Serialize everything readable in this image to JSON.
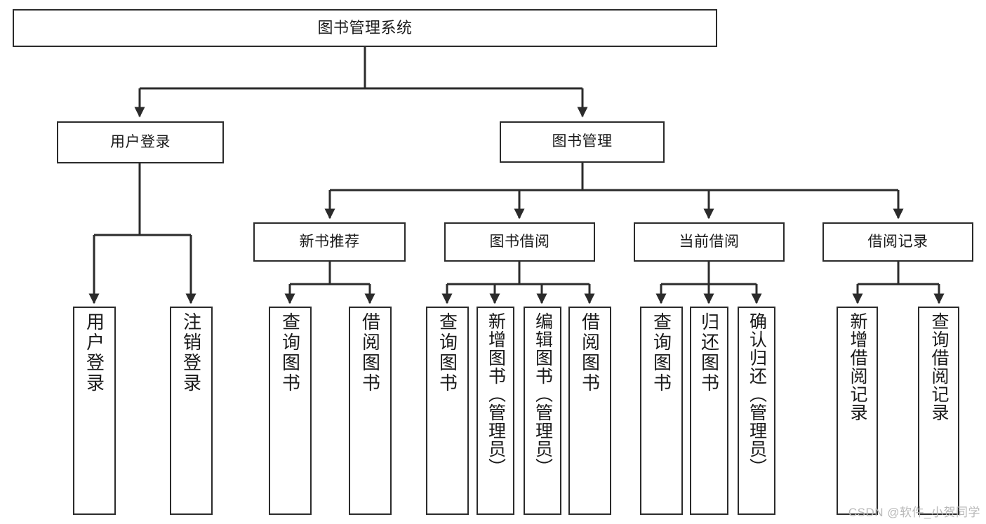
{
  "diagram": {
    "title": "图书管理系统",
    "type": "tree",
    "colors": {
      "background": "#ffffff",
      "box_border": "#2b2b2b",
      "box_fill": "#ffffff",
      "connector": "#2b2b2b",
      "text": "#1a1a1a",
      "watermark": "#b9b9b9"
    },
    "watermark": "CSDN @软件_小贺同学",
    "root": {
      "label": "图书管理系统"
    },
    "level1": [
      {
        "label": "用户登录"
      },
      {
        "label": "图书管理"
      }
    ],
    "level2": [
      {
        "label": "新书推荐"
      },
      {
        "label": "图书借阅"
      },
      {
        "label": "当前借阅"
      },
      {
        "label": "借阅记录"
      }
    ],
    "leaves": {
      "user_login": [
        {
          "label": "用户登录"
        },
        {
          "label": "注销登录"
        }
      ],
      "new_book_recommend": [
        {
          "label": "查询图书"
        },
        {
          "label": "借阅图书"
        }
      ],
      "book_borrow": [
        {
          "label": "查询图书"
        },
        {
          "label": "新增图书（管理员）"
        },
        {
          "label": "编辑图书（管理员）"
        },
        {
          "label": "借阅图书"
        }
      ],
      "current_borrow": [
        {
          "label": "查询图书"
        },
        {
          "label": "归还图书"
        },
        {
          "label": "确认归还（管理员）"
        }
      ],
      "borrow_record": [
        {
          "label": "新增借阅记录"
        },
        {
          "label": "查询借阅记录"
        }
      ]
    }
  }
}
